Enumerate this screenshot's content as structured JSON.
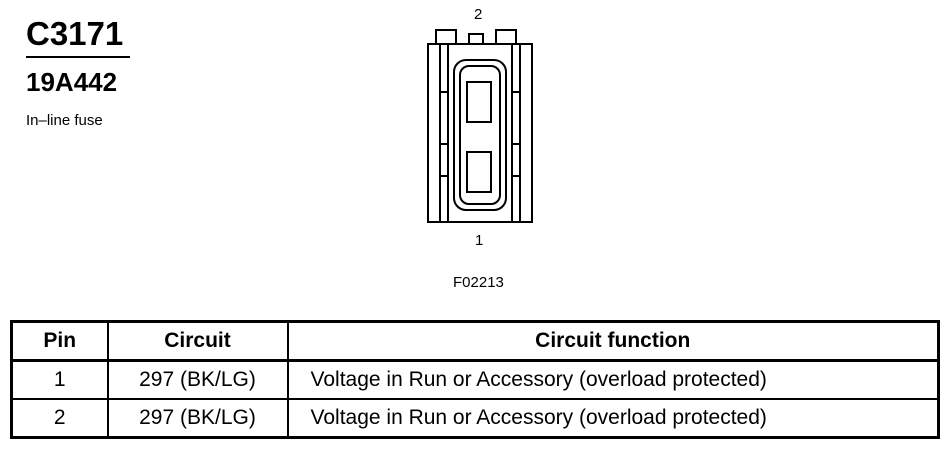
{
  "header": {
    "connector_id": "C3171",
    "part_number": "19A442",
    "description": "In–line fuse"
  },
  "diagram": {
    "pin_top_label": "2",
    "pin_bottom_label": "1",
    "figure_code": "F02213"
  },
  "table": {
    "headers": [
      "Pin",
      "Circuit",
      "Circuit function"
    ],
    "rows": [
      {
        "pin": "1",
        "circuit": "297 (BK/LG)",
        "function": "Voltage in Run or Accessory (overload protected)"
      },
      {
        "pin": "2",
        "circuit": "297 (BK/LG)",
        "function": "Voltage in Run or Accessory (overload protected)"
      }
    ]
  }
}
